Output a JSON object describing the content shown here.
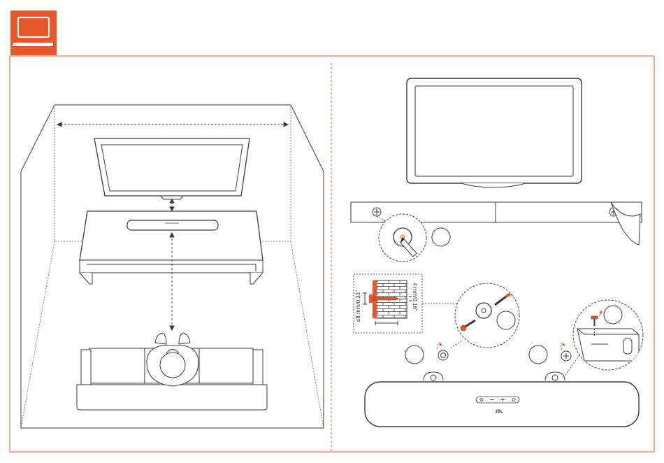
{
  "colors": {
    "accent": "#e8562a",
    "line": "#3a3a3a",
    "light_fill": "#f4f4f4",
    "dashed": "#555555"
  },
  "header": {
    "icon": "tv-monitor-icon"
  },
  "labels": {
    "screw_length": "≤8 mm/0.31\"",
    "screw_diameter": "4 mm/0.16\"",
    "soundbar_brand": "JBL"
  },
  "icons": {
    "screw_head": "cross-screw-icon",
    "pencil": "pencil-icon",
    "wall_plug": "wall-anchor-icon",
    "bracket": "wall-bracket-icon",
    "tape_peel": "template-peel-icon"
  }
}
